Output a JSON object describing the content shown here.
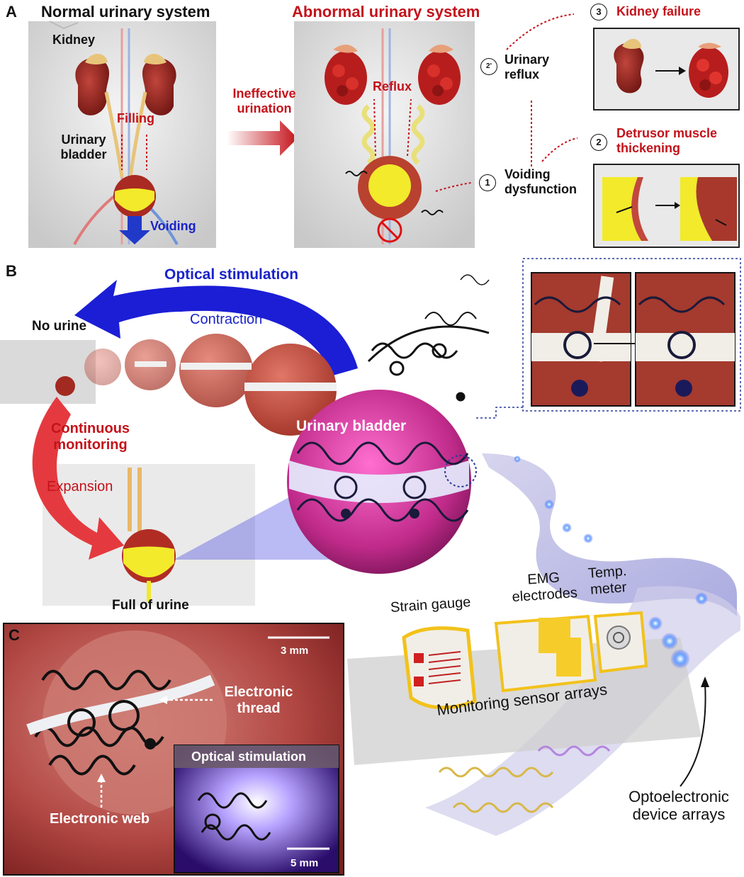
{
  "panels": {
    "a": "A",
    "b": "B",
    "c": "C"
  },
  "panelA": {
    "normal_title": "Normal urinary system",
    "abnormal_title": "Abnormal urinary system",
    "kidney": "Kidney",
    "filling": "Filling",
    "bladder_line1": "Urinary",
    "bladder_line2": "bladder",
    "voiding": "Voiding",
    "ineffective_line1": "Ineffective",
    "ineffective_line2": "urination",
    "reflux": "Reflux",
    "step1_num": "1",
    "step1_line1": "Voiding",
    "step1_line2": "dysfunction",
    "step2p_num": "2'",
    "step2p_line1": "Urinary",
    "step2p_line2": "reflux",
    "step2_num": "2",
    "step2_line1": "Detrusor muscle",
    "step2_line2": "thickening",
    "step3_num": "3",
    "step3_label": "Kidney failure"
  },
  "panelB": {
    "optical_stimulation": "Optical stimulation",
    "contraction": "Contraction",
    "no_urine": "No urine",
    "continuous_line1": "Continuous",
    "continuous_line2": "monitoring",
    "expansion": "Expansion",
    "full_of_urine": "Full of urine",
    "urinary_bladder": "Urinary bladder",
    "strain_gauge": "Strain gauge",
    "emg_line1": "EMG",
    "emg_line2": "electrodes",
    "temp_line1": "Temp.",
    "temp_line2": "meter",
    "monitoring_arrays": "Monitoring sensor arrays",
    "opto_line1": "Optoelectronic",
    "opto_line2": "device arrays"
  },
  "panelC": {
    "scale_main": "3 mm",
    "electronic_thread_line1": "Electronic",
    "electronic_thread_line2": "thread",
    "electronic_web": "Electronic web",
    "inset_title": "Optical stimulation",
    "scale_inset": "5 mm"
  },
  "colors": {
    "accent_red": "#c4121a",
    "accent_blue": "#1a23c9",
    "urine": "#f2ea2a",
    "tissue": "#b7352c",
    "bladder_pink": "#d8358f"
  }
}
